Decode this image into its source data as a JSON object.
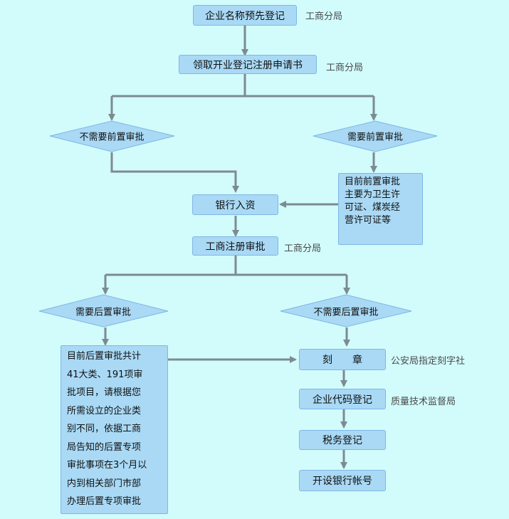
{
  "steps": {
    "name_preapproval": "企业名称预先登记",
    "get_forms": "领取开业登记注册申请书",
    "bank_deposit": "银行入资",
    "registration_review": "工商注册审批",
    "seal": "刻　　章",
    "org_code": "企业代码登记",
    "tax": "税务登记",
    "bank_account": "开设银行帐号"
  },
  "agencies": {
    "aic_1": "工商分局",
    "aic_2": "工商分局",
    "aic_3": "工商分局",
    "police": "公安局指定刻字社",
    "quality": "质量技术监督局"
  },
  "decisions": {
    "no_pre": "不需要前置审批",
    "need_pre": "需要前置审批",
    "need_post": "需要后置审批",
    "no_post": "不需要后置审批"
  },
  "notes": {
    "pre_note": "目前前置审批\n主要为卫生许\n可证、煤炭经\n营许可证等",
    "post_note": "目前后置审批共计\n41大类、191项审\n批项目，请根据您\n所需设立的企业类\n别不同，依据工商\n局告知的后置专项\n审批事项在3个月以\n内到相关部门市部\n办理后置专项审批"
  },
  "colors": {
    "background": "#d2fbfb",
    "box_fill": "#a9d9f5",
    "box_border": "#7fb7e4",
    "arrow": "#7c8b92"
  }
}
